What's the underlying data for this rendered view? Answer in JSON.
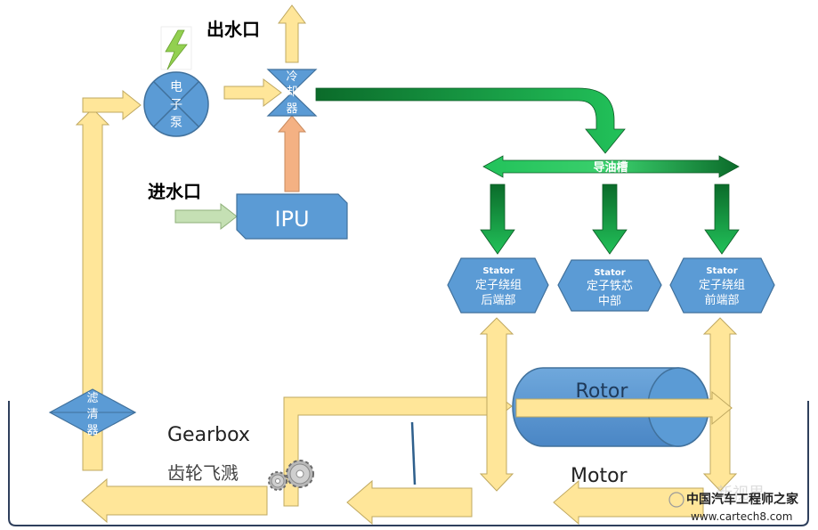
{
  "labels": {
    "outlet": "出水口",
    "inlet": "进水口",
    "pump": [
      "电",
      "子",
      "泵"
    ],
    "cooler": [
      "冷",
      "却",
      "器"
    ],
    "ipu": "IPU",
    "oil_channel": "导油槽",
    "filter": [
      "滤",
      "清",
      "器"
    ],
    "stator_rear": [
      "Stator",
      "定子绕组",
      "后端部"
    ],
    "stator_core": [
      "Stator",
      "定子铁芯",
      "中部"
    ],
    "stator_front": [
      "Stator",
      "定子绕组",
      "前端部"
    ],
    "rotor": "Rotor",
    "motor": "Motor",
    "gearbox": "Gearbox",
    "gear_splash": "齿轮飞溅"
  },
  "watermark": {
    "text1": "中国汽车工程师之家",
    "text2": "www.cartech8.com",
    "faint": "新视界"
  },
  "colors": {
    "node_blue": "#5b9bd5",
    "node_blue_dark": "#41719c",
    "arrow_yellow": "#ffe699",
    "arrow_yellow_stroke": "#bfa860",
    "arrow_green_light": "#22c25a",
    "arrow_green_dark": "#0b6b2a",
    "ipu_arrow_pink": "#f4b183",
    "inlet_arrow_green": "#c5e0b4",
    "bolt_green": "#92d050",
    "housing_line": "#2e3f5c"
  }
}
